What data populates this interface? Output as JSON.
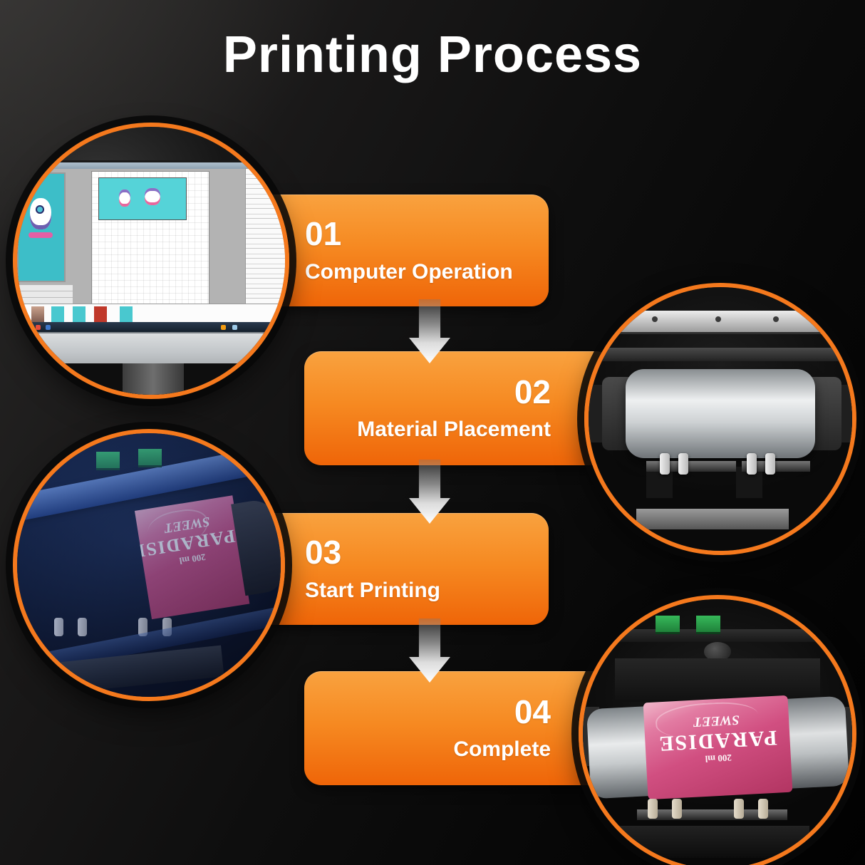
{
  "title": "Printing Process",
  "steps": [
    {
      "number": "01",
      "label": "Computer Operation"
    },
    {
      "number": "02",
      "label": "Material Placement"
    },
    {
      "number": "03",
      "label": "Start Printing"
    },
    {
      "number": "04",
      "label": "Complete"
    }
  ],
  "tumbler": {
    "label_line1": "SWEET",
    "label_line2": "PARADISE",
    "volume": "200 ml"
  },
  "photos": {
    "step1": "computer-monitor-with-rip-software",
    "step2": "blank-silver-tumbler-in-printer",
    "step3": "tumbler-printing-in-progress-blue-light",
    "step4": "finished-printed-tumbler"
  },
  "colors": {
    "background": "#141414",
    "accent_top": "#F9A23F",
    "accent_bottom": "#EF6508",
    "ring": "#F5791D",
    "arrow": "#FFFFFF",
    "label_pink": "#CC4377",
    "screen_teal": "#49C8CF"
  }
}
